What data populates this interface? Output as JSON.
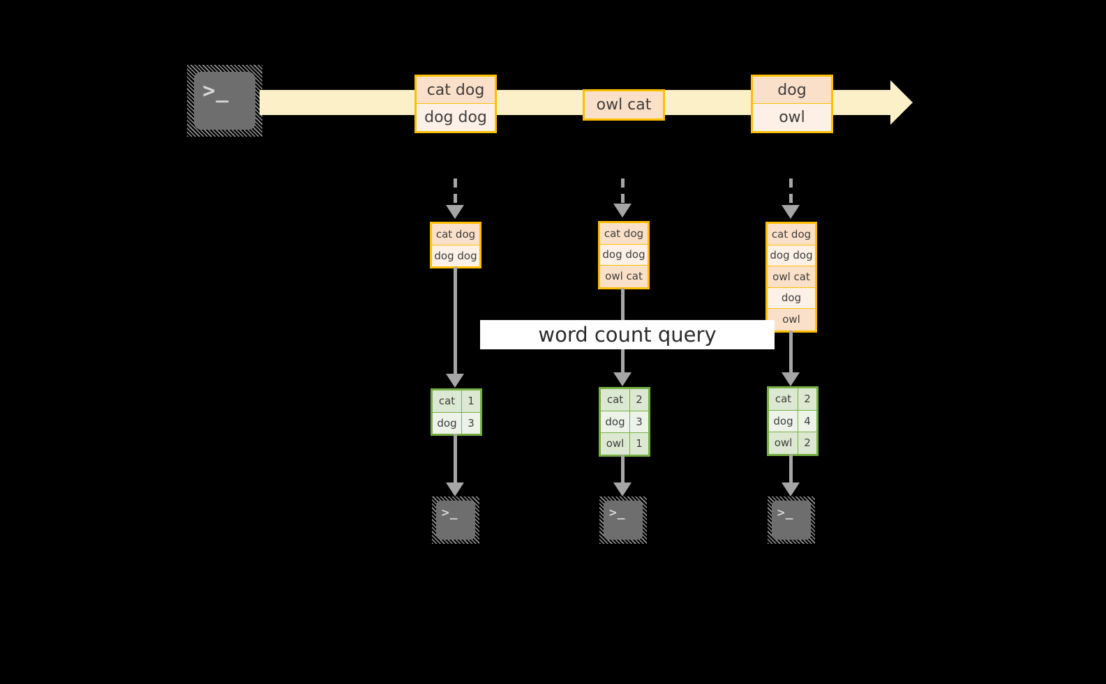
{
  "diagram": {
    "title": "word count query streaming diagram",
    "banner_label": "word count query",
    "source_terminal": {
      "glyph": ">_",
      "name": "source-terminal"
    },
    "timeline": {
      "events": [
        {
          "id": "t1",
          "lines": [
            "cat dog",
            "dog dog"
          ]
        },
        {
          "id": "t2",
          "lines": [
            "owl cat"
          ]
        },
        {
          "id": "t3",
          "lines": [
            "dog",
            "owl"
          ]
        }
      ]
    },
    "snapshots": [
      {
        "id": "s1",
        "lines": [
          "cat dog",
          "dog dog"
        ]
      },
      {
        "id": "s2",
        "lines": [
          "cat dog",
          "dog dog",
          "owl cat"
        ]
      },
      {
        "id": "s3",
        "lines": [
          "cat dog",
          "dog dog",
          "owl cat",
          "dog",
          "owl"
        ]
      }
    ],
    "results": [
      {
        "id": "r1",
        "rows": [
          {
            "word": "cat",
            "count": "1"
          },
          {
            "word": "dog",
            "count": "3"
          }
        ]
      },
      {
        "id": "r2",
        "rows": [
          {
            "word": "cat",
            "count": "2"
          },
          {
            "word": "dog",
            "count": "3"
          },
          {
            "word": "owl",
            "count": "1"
          }
        ]
      },
      {
        "id": "r3",
        "rows": [
          {
            "word": "cat",
            "count": "2"
          },
          {
            "word": "dog",
            "count": "4"
          },
          {
            "word": "owl",
            "count": "2"
          }
        ]
      }
    ],
    "sink_terminals": [
      {
        "glyph": ">_"
      },
      {
        "glyph": ">_"
      },
      {
        "glyph": ">_"
      }
    ],
    "colors": {
      "background": "#000000",
      "timeline_band": "#fcf0c8",
      "record_border": "#ffbf00",
      "record_fill_light": "#fdf0e6",
      "record_fill_shade": "#fae0c8",
      "result_border": "#76b043",
      "result_fill_light": "#eef3e9",
      "result_fill_shade": "#dde8d2",
      "connector": "#a6a6a6",
      "banner_bg": "#ffffff",
      "text": "#3d3d3d"
    }
  }
}
